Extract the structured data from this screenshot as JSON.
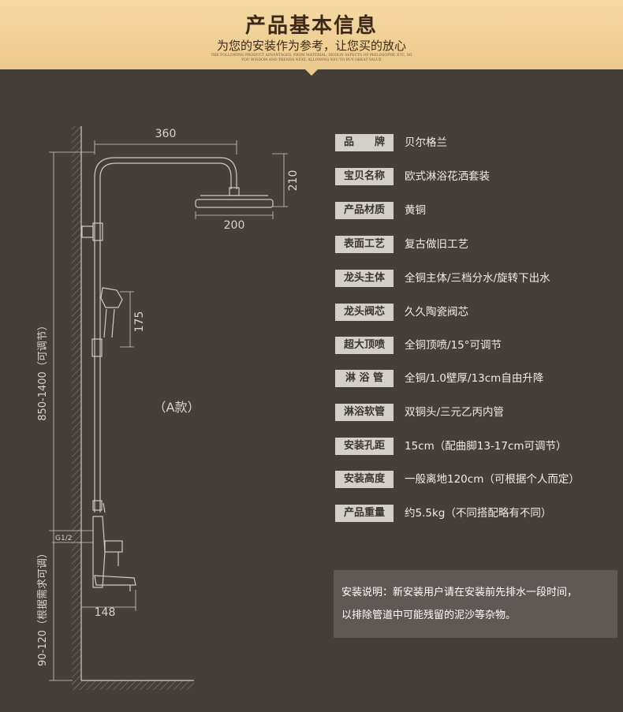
{
  "header": {
    "title": "产品基本信息",
    "subtitle": "为您的安装作为参考，让您买的放心",
    "fineprint": [
      "THE FOLLOWING PRODUCT ADVANTAGES, FROM MATERIAL, DESIGN ASPECTS OF PHILOSOPHY, ETC, SO",
      "YOU WISDOM AND TRENDS NEXT, ALLOWING YOU TO BUY GREAT VALUE"
    ]
  },
  "diagram": {
    "dim_top_width": "360",
    "dim_head_height": "210",
    "dim_head_width": "200",
    "dim_handheld": "175",
    "model_label": "（A款）",
    "dim_height_adjustable": "850-1400（可调节）",
    "dim_lower_adjustable": "90-120（根据需求可调）",
    "thread_label": "G1/2",
    "dim_spout": "148"
  },
  "specs": [
    {
      "label": "品　　牌",
      "value": "贝尔格兰"
    },
    {
      "label": "宝贝名称",
      "value": "欧式淋浴花洒套装"
    },
    {
      "label": "产品材质",
      "value": "黄铜"
    },
    {
      "label": "表面工艺",
      "value": "复古做旧工艺"
    },
    {
      "label": "龙头主体",
      "value": "全铜主体/三档分水/旋转下出水"
    },
    {
      "label": "龙头阀芯",
      "value": "久久陶瓷阀芯"
    },
    {
      "label": "超大顶喷",
      "value": "全铜顶喷/15°可调节"
    },
    {
      "label": "淋 浴 管",
      "value": "全铜/1.0壁厚/13cm自由升降"
    },
    {
      "label": "淋浴软管",
      "value": "双铜头/三元乙丙内管"
    },
    {
      "label": "安装孔距",
      "value": "15cm（配曲脚13-17cm可调节）"
    },
    {
      "label": "安装高度",
      "value": "一般离地120cm（可根据个人而定）"
    },
    {
      "label": "产品重量",
      "value": "约5.5kg（不同搭配略有不同）"
    }
  ],
  "note": {
    "line1": "安装说明：新安装用户请在安装前先排水一段时间，",
    "line2": "以排除管道中可能残留的泥沙等杂物。"
  }
}
